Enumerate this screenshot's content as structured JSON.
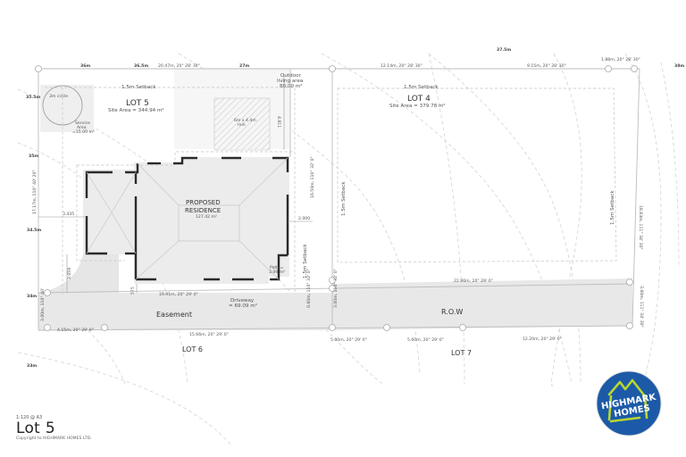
{
  "drawing": {
    "contours": {
      "c36m_a": "36m",
      "c36_5m_top": "36.5m",
      "c37_5m": "37.5m",
      "c38m": "38m",
      "c35_5m": "35.5m",
      "c35m": "35m",
      "c34_5m": "34.5m",
      "c34m": "34m",
      "c33m": "33m"
    },
    "boundary_dims": {
      "top_left": "20.47m, 20° 28' 30\"",
      "top_mid": "27m",
      "top_lot4": "12.14m, 20° 28' 30\"",
      "top_right": "9.15m, 20° 28' 30\"",
      "top_corner": "1.88m, 20° 28' 30\"",
      "left_side": "17.17m, 110° 40' 20\"",
      "left_lower": "3.00m, 110° 40'",
      "right_lot5": "16.50m, 110° 32' 0\"",
      "mid_row": "0.60m, 110° 32' 0\"",
      "row_left": "3.00m, 110° 32' 0\"",
      "right_lot4": "18.83m, 111° 34' 30\"",
      "right_row": "3.60m, 111° 34' 30\"",
      "lot5_bottom": "19.91m, 20° 29' 0\"",
      "row_top": "22.86m, 20° 29' 0\"",
      "easement_bottom_left": "4.15m, 20° 29' 0\"",
      "easement_bottom": "15.66m, 20° 29' 0\"",
      "lot7_a": "5.00m, 20° 29' 0\"",
      "lot7_b": "5.60m, 20° 29' 0\"",
      "lot7_c": "12.20m, 20° 29' 0\""
    },
    "lot5": {
      "setback": "1.5m Setback",
      "name": "LOT 5",
      "area": "Site Area = 344.94 m²",
      "service_circle": "3m circle",
      "service_area_1": "Service",
      "service_area_2": "Area",
      "service_area_3": "=15.00 m²",
      "outdoor_1": "Outdoor",
      "outdoor_2": "living area",
      "outdoor_3": "80.00 m²",
      "outdoor_dim": "4.811",
      "hatch_1": "6m x 4.4m",
      "hatch_2": "min",
      "side_setback": "1.5m Setback",
      "dim_3435": "3.435",
      "dim_2000": "2.000",
      "dim_2059": "2.059",
      "dim_575": "575"
    },
    "residence": {
      "title_1": "PROPOSED",
      "title_2": "RESIDENCE",
      "area": "127.42 m²",
      "path_1": "Path =",
      "path_2": "3.09 m²"
    },
    "driveway": {
      "label_1": "Driveway",
      "label_2": "= 69.09 m²"
    },
    "easement": {
      "label": "Easement"
    },
    "lot4": {
      "setback_top": "1.5m Setback",
      "setback_left": "1.5m Setback",
      "setback_right": "1.5m Setback",
      "name": "LOT 4",
      "area": "Site Area = 379.78 m²"
    },
    "row": {
      "label": "R.O.W"
    },
    "lot6": {
      "name": "LOT 6"
    },
    "lot7": {
      "name": "LOT 7"
    }
  },
  "title_block": {
    "scale": "1:120 @ A3",
    "title": "Lot 5",
    "copyright": "Copyright to HIGHMARK HOMES LTD."
  },
  "logo": {
    "line1": "HIGHMARK",
    "line2": "HOMES",
    "colors": {
      "circle": "#1c5aa8",
      "roof": "#b9d630",
      "text": "#ffffff"
    }
  }
}
